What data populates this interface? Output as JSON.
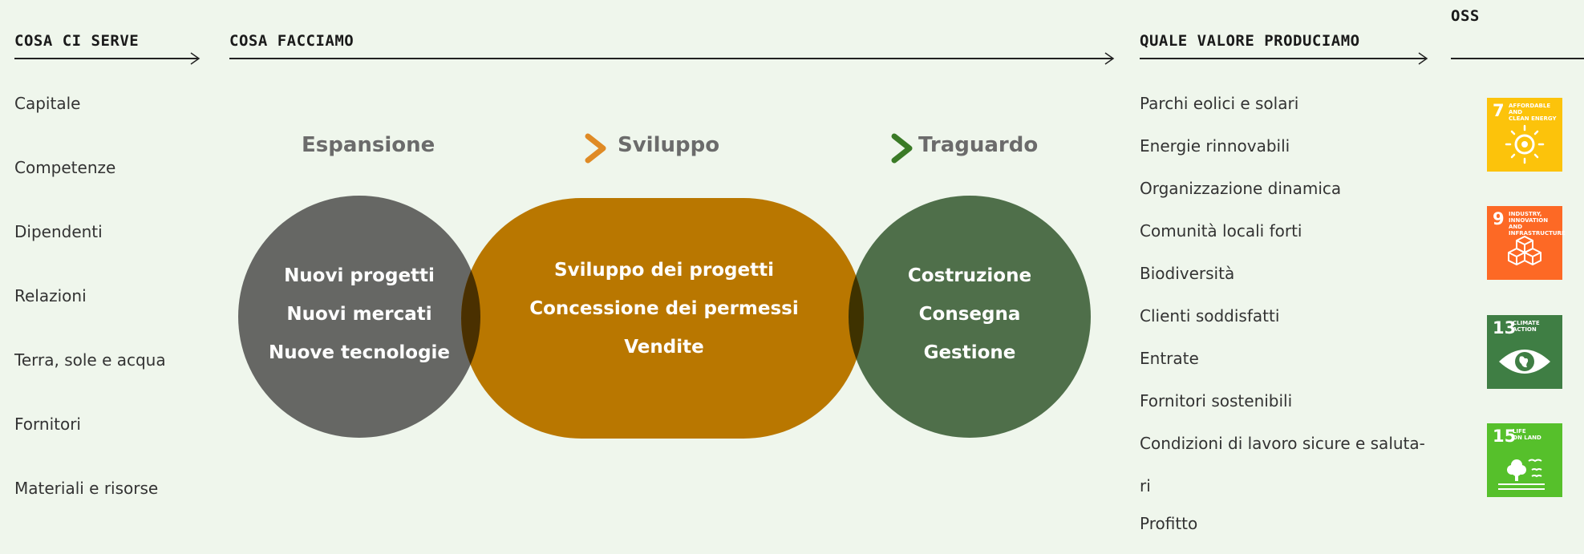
{
  "columns": {
    "needs": "COSA CI SERVE",
    "activities": "COSA FACCIAMO",
    "value": "QUALE VALORE PRODUCIAMO",
    "sdg": "OSS"
  },
  "needs": [
    "Capitale",
    "Competenze",
    "Dipendenti",
    "Relazioni",
    "Terra, sole e acqua",
    "Fornitori",
    "Materiali e risorse"
  ],
  "stages": [
    "Espansione",
    "Sviluppo",
    "Traguardo"
  ],
  "circles": {
    "expansion": [
      "Nuovi progetti",
      "Nuovi mercati",
      "Nuove tecnologie"
    ],
    "development": [
      "Sviluppo dei progetti",
      "Concessione dei permessi",
      "Vendite"
    ],
    "goal": [
      "Costruzione",
      "Consegna",
      "Gestione"
    ]
  },
  "value": {
    "items": [
      "Parchi eolici e solari",
      "Energie rinnovabili",
      "Organizzazione dinamica",
      "Comunità locali forti",
      "Biodiversità",
      "Clienti soddisfatti",
      "Entrate",
      "Fornitori sostenibili"
    ],
    "wrapped_line1": "Condizioni di lavoro sicure e saluta-",
    "wrapped_line2": "ri",
    "last": "Profitto"
  },
  "sdg_goals": [
    {
      "number": "7",
      "label_line1": "AFFORDABLE AND",
      "label_line2": "CLEAN ENERGY",
      "color": "#fcc30b",
      "icon": "sun-icon"
    },
    {
      "number": "9",
      "label_line1": "INDUSTRY, INNOVATION",
      "label_line2": "AND INFRASTRUCTURE",
      "color": "#fd6925",
      "icon": "cubes-icon"
    },
    {
      "number": "13",
      "label_line1": "CLIMATE",
      "label_line2": "ACTION",
      "color": "#3f7e44",
      "icon": "eye-globe-icon"
    },
    {
      "number": "15",
      "label_line1": "LIFE",
      "label_line2": "ON LAND",
      "color": "#56c02b",
      "icon": "tree-icon"
    }
  ],
  "colors": {
    "background": "#eff6ec",
    "expansion": "#666764",
    "development": "#b97700",
    "goal": "#4f6f4a",
    "arrow_orange": "#d98a2a",
    "arrow_green": "#3b7a2a"
  }
}
